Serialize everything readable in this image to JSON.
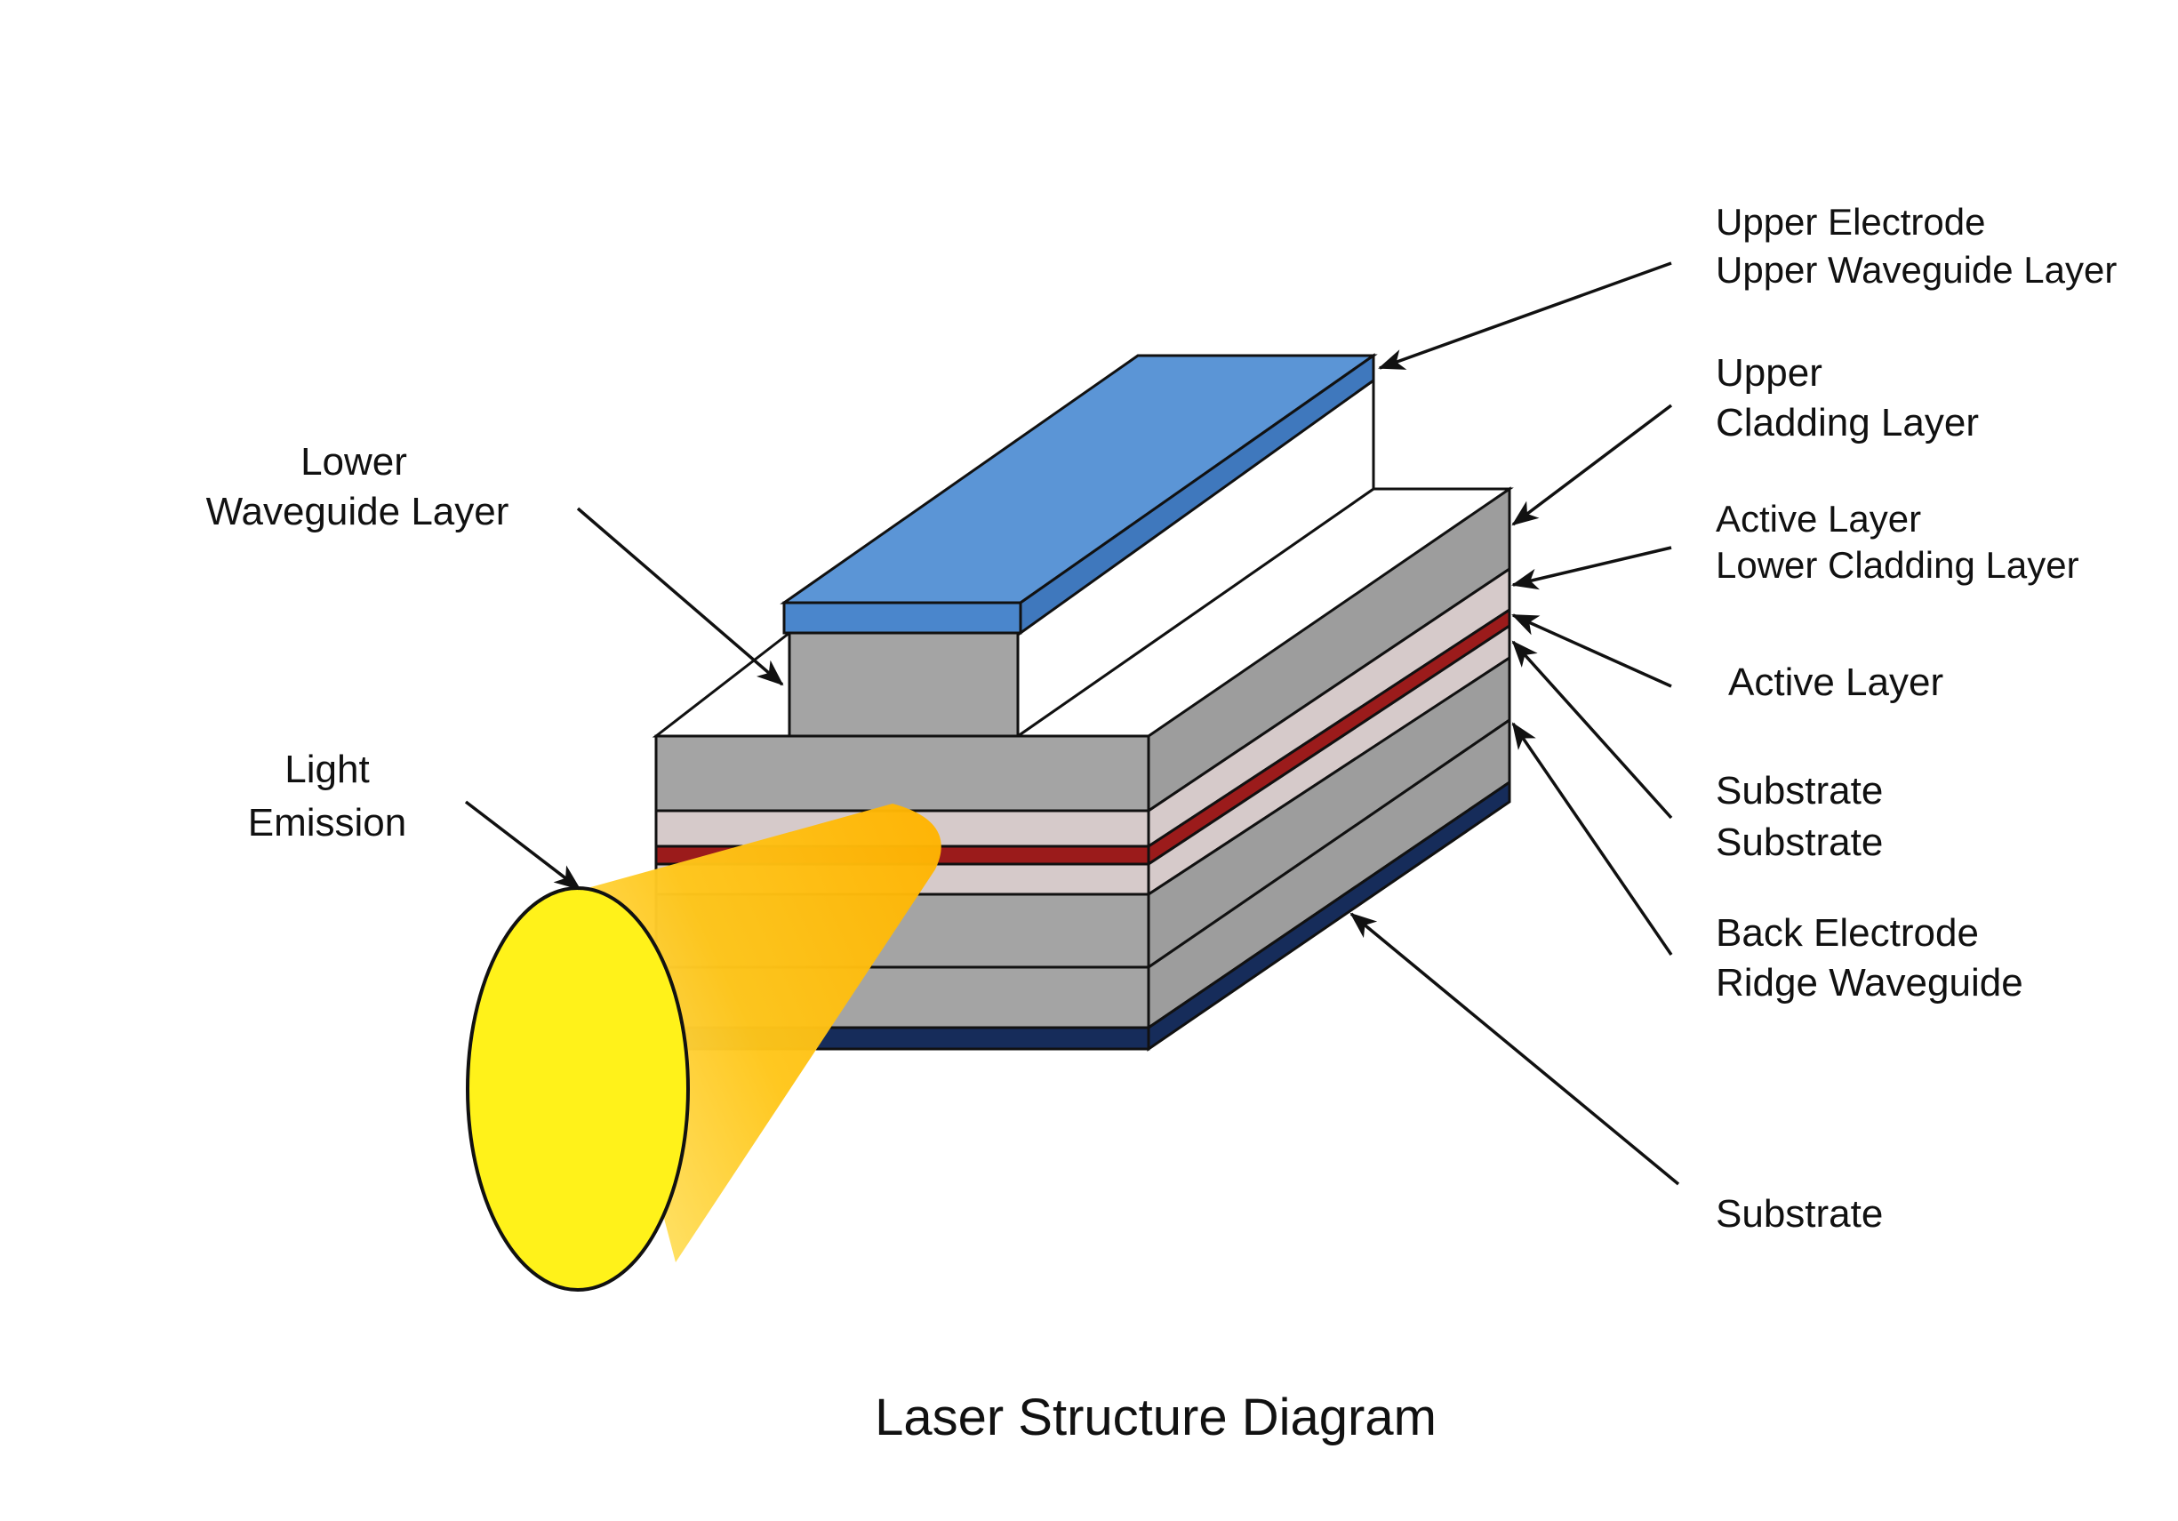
{
  "title": "Laser Structure Diagram",
  "labels": {
    "lower_waveguide": [
      "Lower",
      "Waveguide Layer"
    ],
    "light_emission": [
      "Light",
      "Emission"
    ],
    "right": [
      [
        "Upper Electrode",
        "Upper Waveguide Layer"
      ],
      [
        "Upper",
        "Cladding Layer"
      ],
      [
        "Active Layer",
        "Lower Cladding Layer"
      ],
      [
        "Active Layer"
      ],
      [
        "Substrate",
        "Substrate"
      ],
      [
        "Back Electrode",
        "Ridge Waveguide"
      ],
      [
        "Substrate"
      ]
    ]
  },
  "colors": {
    "electrode_top": "#5b95d6",
    "electrode_front": "#4a86cc",
    "gray_layer": "#a4a4a4",
    "gray_side": "#999999",
    "cladding_pink": "#d6caca",
    "active_red": "#9b1b1b",
    "back_electrode": "#162c5a",
    "beam": "#ffc20e",
    "emission_spot": "#fff21a",
    "background": "#ffffff",
    "text": "#111111"
  }
}
